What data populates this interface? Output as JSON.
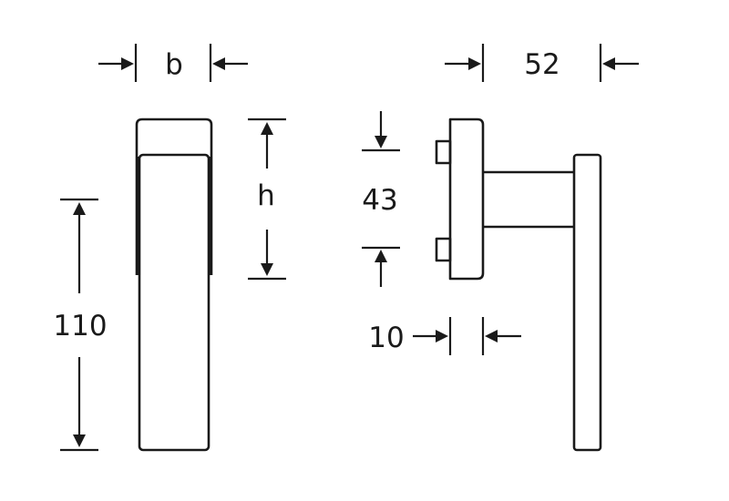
{
  "dimensions": {
    "width_label": "b",
    "handle_height_label": "h",
    "total_length": "110",
    "rosette_spacing": "43",
    "projection": "52",
    "rosette_thickness": "10"
  },
  "colors": {
    "stroke": "#1a1a1a",
    "background": "#ffffff"
  }
}
